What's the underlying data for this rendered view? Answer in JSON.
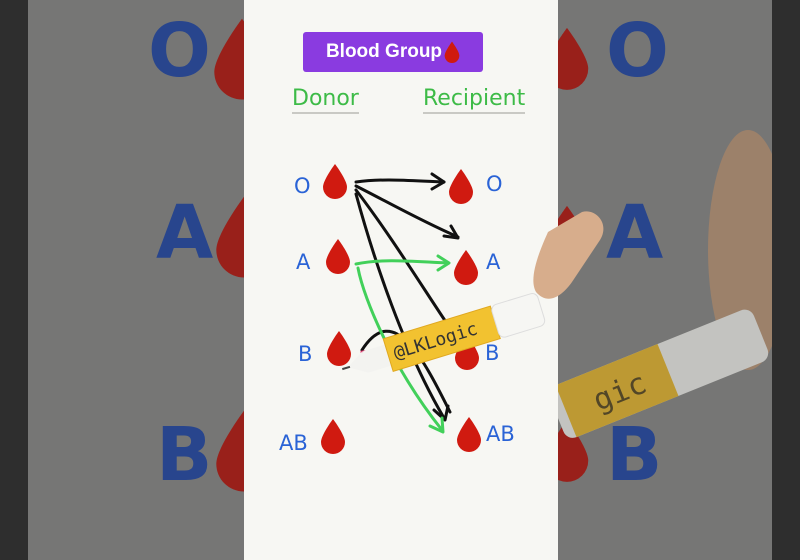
{
  "title": "Blood Group",
  "headers": {
    "donor": "Donor",
    "recipient": "Recipient"
  },
  "donors": [
    "O",
    "A",
    "B",
    "AB"
  ],
  "recipients": [
    "O",
    "A",
    "B",
    "AB"
  ],
  "background_letters_left": [
    "O",
    "A",
    "B"
  ],
  "background_letters_right": [
    "O",
    "A",
    "B"
  ],
  "pen_watermark": "@LKLogic",
  "pen_watermark_bg": "gic",
  "colors": {
    "title_bg": "#8a3be0",
    "header": "#3dbb47",
    "label": "#2a63d6",
    "drop": "#d01a10",
    "arrow_black": "#111111",
    "arrow_green": "#42d05a",
    "arrow_pink": "#e0306a"
  }
}
